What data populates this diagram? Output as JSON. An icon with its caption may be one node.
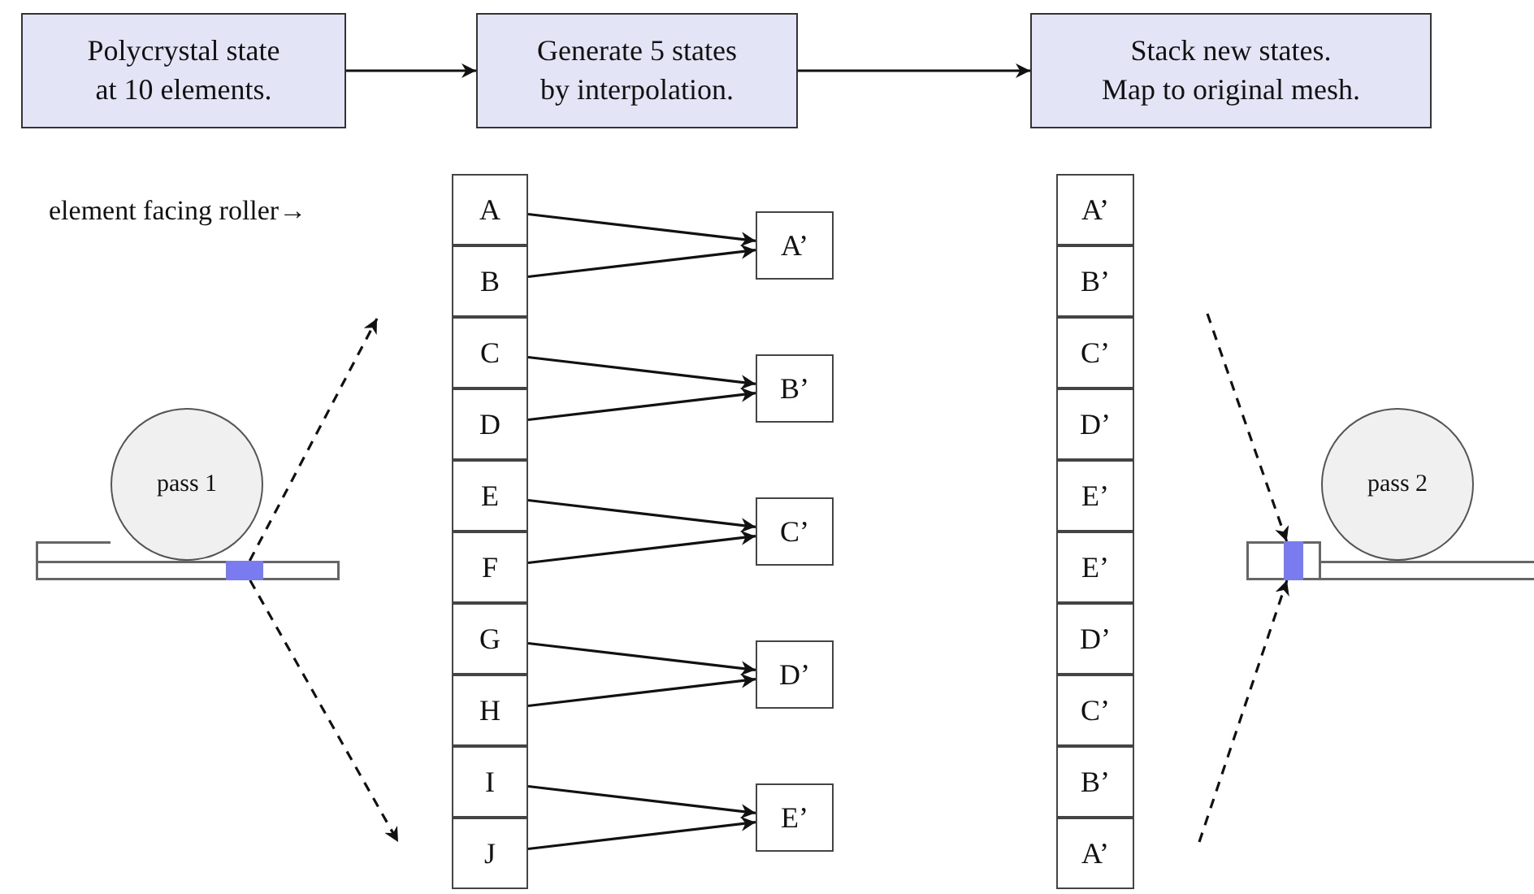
{
  "diagram": {
    "nodes": [
      {
        "text": [
          "Polycrystal state at 10 elements."
        ]
      },
      {
        "text": [
          "Generate 5 states by interpolation."
        ]
      },
      {
        "text": [
          "Stack new states. Map to original mesh."
        ]
      },
      {
        "text": [
          "A"
        ]
      },
      {
        "text": [
          "B"
        ]
      },
      {
        "text": [
          "C"
        ]
      },
      {
        "text": [
          "D"
        ]
      },
      {
        "text": [
          "E"
        ]
      },
      {
        "text": [
          "F"
        ]
      },
      {
        "text": [
          "G"
        ]
      },
      {
        "text": [
          "H"
        ]
      },
      {
        "text": [
          "I"
        ]
      },
      {
        "text": [
          "J"
        ]
      },
      {
        "text": [
          "A’"
        ]
      },
      {
        "text": [
          "B’"
        ]
      },
      {
        "text": [
          "C’"
        ]
      },
      {
        "text": [
          "D’"
        ]
      },
      {
        "text": [
          "E’"
        ]
      },
      {
        "text": [
          "A’"
        ]
      },
      {
        "text": [
          "B’"
        ]
      },
      {
        "text": [
          "C’"
        ]
      },
      {
        "text": [
          "D’"
        ]
      },
      {
        "text": [
          "E’"
        ]
      },
      {
        "text": [
          "E’"
        ]
      },
      {
        "text": [
          "D’"
        ]
      },
      {
        "text": [
          "C’"
        ]
      },
      {
        "text": [
          "B’"
        ]
      },
      {
        "text": [
          "A’"
        ]
      },
      {
        "text": [
          "pass 1"
        ]
      },
      {
        "text": [],
        "shape": "bar"
      },
      {
        "text": [],
        "shape": "bar",
        "in": 29
      },
      {
        "text": [
          "pass 2"
        ]
      },
      {
        "text": [],
        "shape": "bar"
      },
      {
        "text": [],
        "shape": "bar",
        "in": 32
      }
    ],
    "edges": [
      {
        "from": 0,
        "to": 1,
        "arrow": "to"
      },
      {
        "from": 1,
        "to": 2,
        "arrow": "to"
      },
      {
        "from": 3,
        "to": 13,
        "arrow": "to"
      },
      {
        "from": 4,
        "to": 13,
        "arrow": "to"
      },
      {
        "from": 5,
        "to": 14,
        "arrow": "to"
      },
      {
        "from": 6,
        "to": 14,
        "arrow": "to"
      },
      {
        "from": 7,
        "to": 15,
        "arrow": "to"
      },
      {
        "from": 8,
        "to": 15,
        "arrow": "to"
      },
      {
        "from": 9,
        "to": 16,
        "arrow": "to"
      },
      {
        "from": 10,
        "to": 16,
        "arrow": "to"
      },
      {
        "from": 11,
        "to": 17,
        "arrow": "to"
      },
      {
        "from": 12,
        "to": 17,
        "arrow": "to"
      },
      {
        "from": 30,
        "to": null,
        "arrow": "to",
        "style": "dashed"
      },
      {
        "from": 30,
        "to": null,
        "arrow": "to",
        "style": "dashed"
      },
      {
        "from": null,
        "to": 33,
        "arrow": "to",
        "style": "dashed"
      },
      {
        "from": null,
        "to": 33,
        "arrow": "to",
        "style": "dashed"
      }
    ],
    "labels": [
      "element facing roller→"
    ]
  }
}
